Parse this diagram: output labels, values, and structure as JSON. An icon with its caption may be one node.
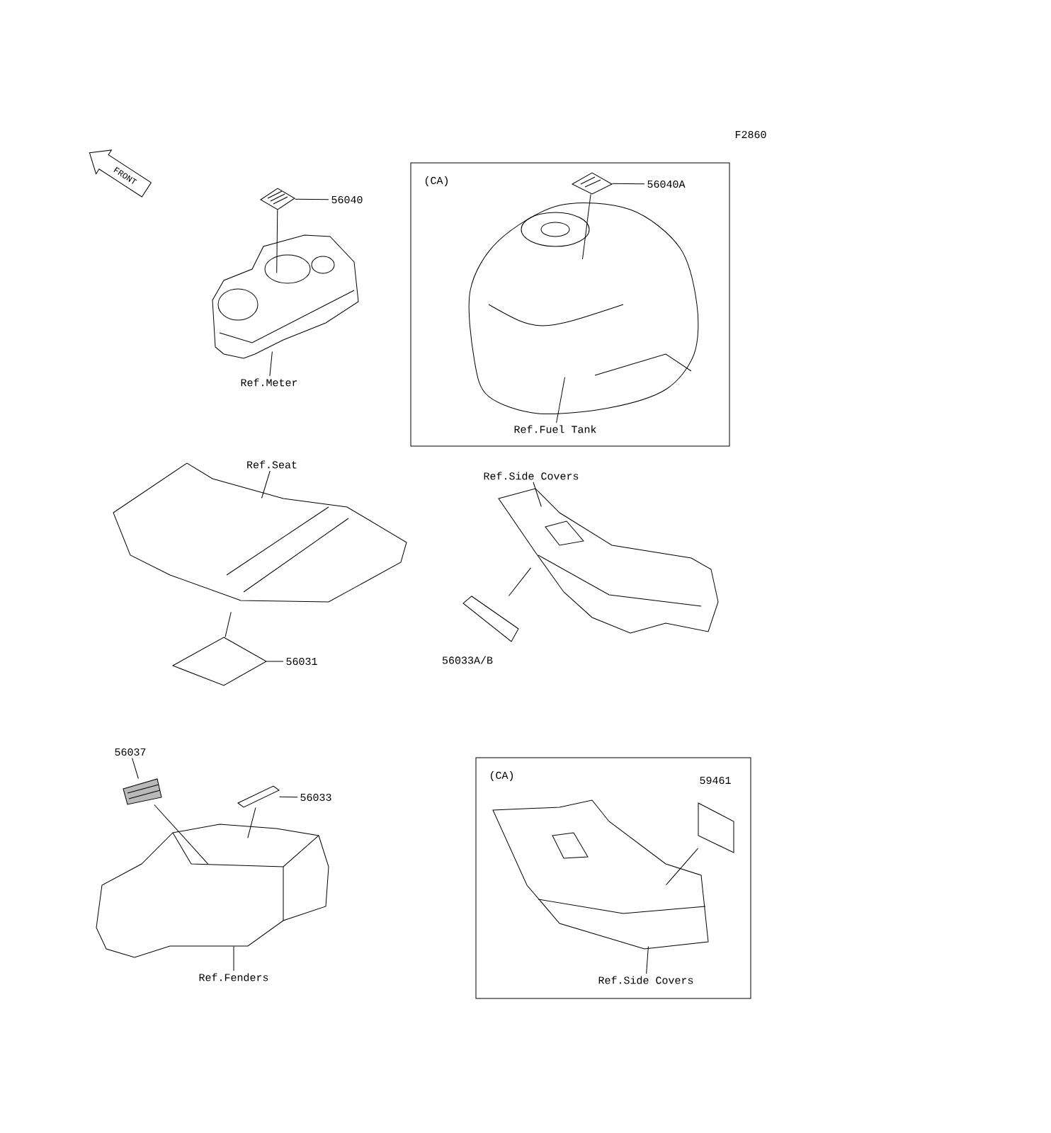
{
  "diagram": {
    "nodes": [
      {
        "text": [
          "56040"
        ]
      },
      {
        "text": [],
        "shape": "picture"
      },
      {
        "text": [],
        "shape": "picture"
      },
      {
        "text": [
          "Ref.Meter"
        ]
      },
      {
        "text": [
          "(CA)"
        ]
      },
      {
        "text": [
          "56040A"
        ],
        "in": 4
      },
      {
        "text": [],
        "shape": "picture",
        "in": 4
      },
      {
        "text": [],
        "shape": "picture",
        "in": 4
      },
      {
        "text": [
          "Ref.Fuel Tank"
        ],
        "in": 4
      },
      {
        "text": [
          "Ref.Seat"
        ]
      },
      {
        "text": [],
        "shape": "picture"
      },
      {
        "text": [],
        "shape": "box"
      },
      {
        "text": [
          "56031"
        ]
      },
      {
        "text": [
          "Ref.Side Covers"
        ]
      },
      {
        "text": [],
        "shape": "picture"
      },
      {
        "text": [],
        "shape": "box"
      },
      {
        "text": [
          "56037"
        ]
      },
      {
        "text": [],
        "shape": "picture"
      },
      {
        "text": [
          "56033"
        ]
      },
      {
        "text": [],
        "shape": "box"
      },
      {
        "text": [],
        "shape": "picture"
      },
      {
        "text": [
          "Ref.Fenders"
        ]
      },
      {
        "text": [
          "(CA)"
        ]
      },
      {
        "text": [],
        "shape": "box",
        "in": 22
      },
      {
        "text": [],
        "shape": "picture",
        "in": 22
      },
      {
        "text": [
          "Ref.Side Covers"
        ],
        "in": 22
      },
      {
        "text": [
          "FRONT"
        ]
      }
    ],
    "edges": [
      {
        "from": 0,
        "to": 1,
        "arrow": "none"
      },
      {
        "from": 1,
        "to": 2,
        "arrow": "none"
      },
      {
        "from": 3,
        "to": 2,
        "arrow": "none"
      },
      {
        "from": 5,
        "to": 6,
        "arrow": "none"
      },
      {
        "from": 6,
        "to": 7,
        "arrow": "none"
      },
      {
        "from": 8,
        "to": 7,
        "arrow": "none"
      },
      {
        "from": 9,
        "to": 10,
        "arrow": "none"
      },
      {
        "from": 11,
        "to": 10,
        "arrow": "none"
      },
      {
        "from": 12,
        "to": 11,
        "arrow": "none"
      },
      {
        "from": 13,
        "to": 14,
        "arrow": "none"
      },
      {
        "from": 15,
        "to": 14,
        "arrow": "none"
      },
      {
        "from": 16,
        "to": 17,
        "arrow": "none"
      },
      {
        "from": 17,
        "to": 20,
        "arrow": "none"
      },
      {
        "from": 18,
        "to": 19,
        "arrow": "none"
      },
      {
        "from": 19,
        "to": 20,
        "arrow": "none"
      },
      {
        "from": 21,
        "to": 20,
        "arrow": "none"
      },
      {
        "from": 23,
        "to": 24,
        "arrow": "none"
      },
      {
        "from": 25,
        "to": 24,
        "arrow": "none"
      }
    ],
    "labels": [
      "F2860",
      "56033A/B",
      "59461"
    ]
  }
}
